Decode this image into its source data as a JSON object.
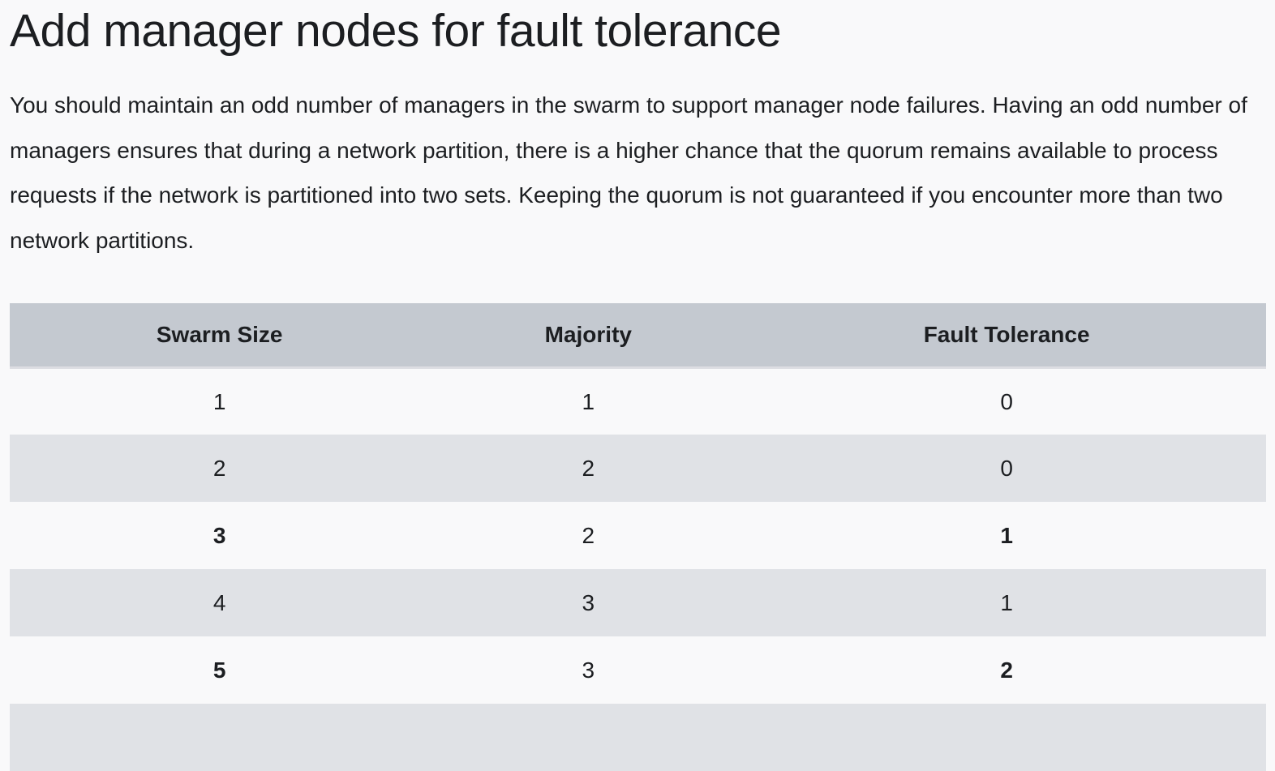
{
  "page": {
    "background": "#f9f9fa",
    "text_color": "#1c1e21"
  },
  "heading": "Add manager nodes for fault tolerance",
  "paragraph": "You should maintain an odd number of managers in the swarm to support manager node failures. Having an odd number of managers ensures that during a network partition, there is a higher chance that the quorum remains available to process requests if the network is partitioned into two sets. Keeping the quorum is not guaranteed if you encounter more than two network partitions.",
  "table": {
    "header_background": "#c4c9d0",
    "stripe_background": "#e0e2e6",
    "columns": [
      "Swarm Size",
      "Majority",
      "Fault Tolerance"
    ],
    "rows": [
      {
        "cells": [
          {
            "text": "1",
            "bold": false
          },
          {
            "text": "1",
            "bold": false
          },
          {
            "text": "0",
            "bold": false
          }
        ]
      },
      {
        "cells": [
          {
            "text": "2",
            "bold": false
          },
          {
            "text": "2",
            "bold": false
          },
          {
            "text": "0",
            "bold": false
          }
        ]
      },
      {
        "cells": [
          {
            "text": "3",
            "bold": true
          },
          {
            "text": "2",
            "bold": false
          },
          {
            "text": "1",
            "bold": true
          }
        ]
      },
      {
        "cells": [
          {
            "text": "4",
            "bold": false
          },
          {
            "text": "3",
            "bold": false
          },
          {
            "text": "1",
            "bold": false
          }
        ]
      },
      {
        "cells": [
          {
            "text": "5",
            "bold": true
          },
          {
            "text": "3",
            "bold": false
          },
          {
            "text": "2",
            "bold": true
          }
        ]
      },
      {
        "cells": [
          {
            "text": "",
            "bold": false
          },
          {
            "text": "",
            "bold": false
          },
          {
            "text": "",
            "bold": false
          }
        ]
      }
    ]
  }
}
